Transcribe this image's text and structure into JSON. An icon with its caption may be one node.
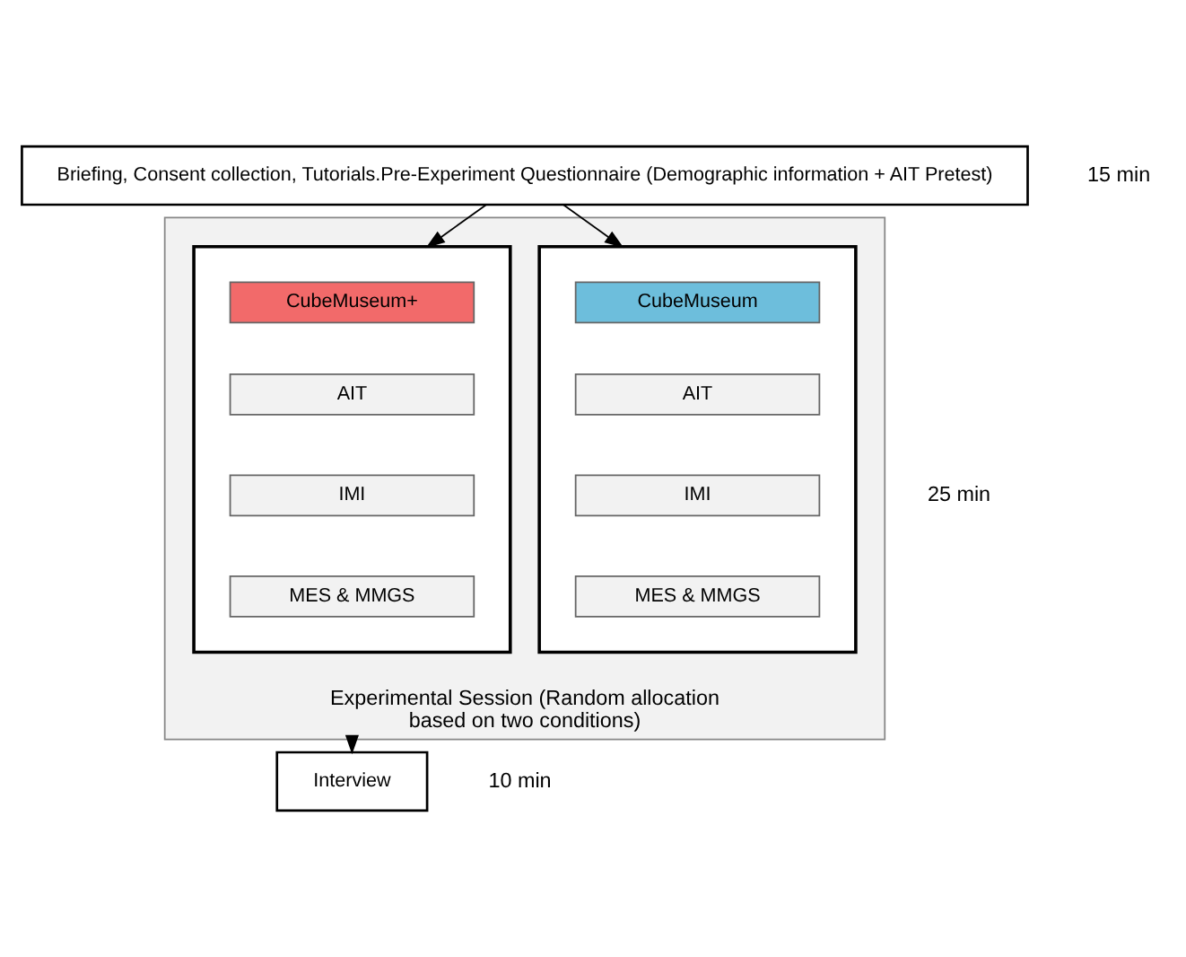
{
  "diagram": {
    "nodes": [
      {
        "text": [
          "Briefing, Consent collection, Tutorials.Pre-Experiment Questionnaire (Demographic information + AIT Pretest)"
        ],
        "beside": [
          "15 min"
        ]
      },
      {
        "text": [
          "Experimental Session (Random allocation based on two conditions)"
        ],
        "beside": [
          "25 min"
        ]
      },
      {
        "text": [],
        "shape": "box",
        "in": 1
      },
      {
        "text": [
          "CubeMuseum"
        ],
        "in": 2
      },
      {
        "text": [
          "AIT"
        ],
        "in": 2
      },
      {
        "text": [
          "IMI"
        ],
        "in": 2
      },
      {
        "text": [
          "MES & MMGS"
        ],
        "in": 2
      },
      {
        "text": [],
        "shape": "box",
        "in": 1
      },
      {
        "text": [
          "CubeMuseum+"
        ],
        "in": 7
      },
      {
        "text": [
          "AIT"
        ],
        "in": 7
      },
      {
        "text": [
          "IMI"
        ],
        "in": 7
      },
      {
        "text": [
          "MES & MMGS"
        ],
        "in": 7
      },
      {
        "text": [
          "Interview"
        ],
        "beside": [
          "10 min"
        ]
      }
    ],
    "edges": [
      {
        "from": 0,
        "to": 2,
        "arrow": "to"
      },
      {
        "from": 0,
        "to": 7,
        "arrow": "to"
      },
      {
        "from": 1,
        "to": 12,
        "arrow": "to"
      }
    ]
  }
}
